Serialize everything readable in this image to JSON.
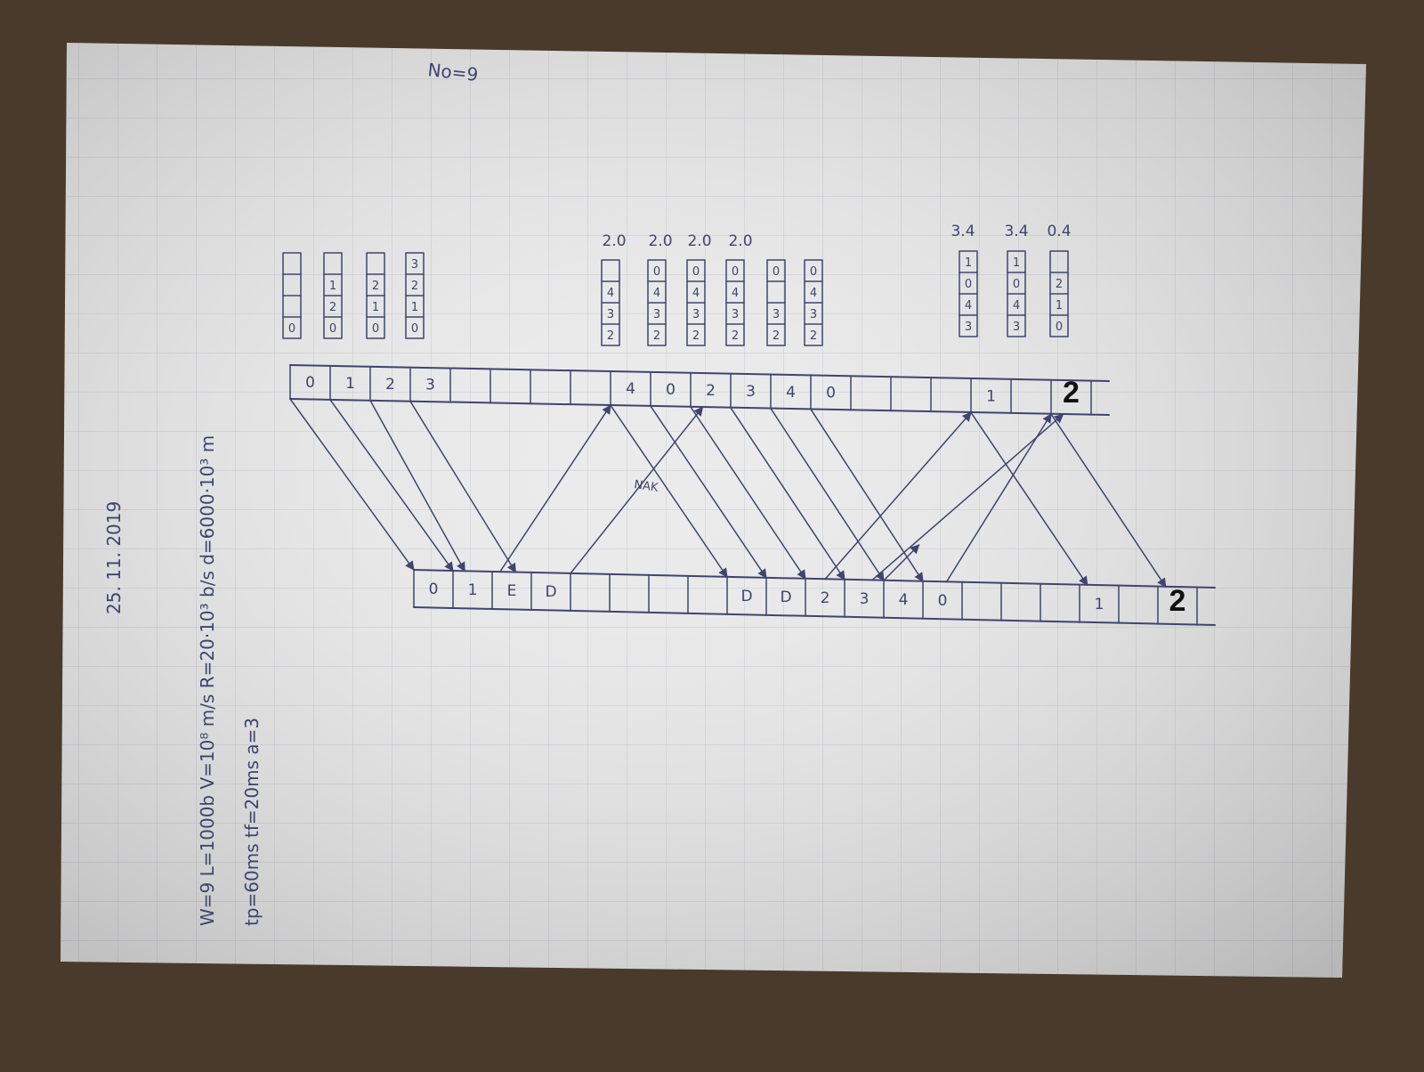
{
  "header": {
    "date": "25. 11. 2019",
    "number": "No=9",
    "params_line1": "W=9   L=1000b   V=10⁸ m/s   R=20·10³ b/s   d=6000·10³ m",
    "params_line2": "tp=60ms   tf=20ms   a=3"
  },
  "sender_row": {
    "cells": [
      "0",
      "1",
      "2",
      "3",
      "",
      "",
      "",
      "",
      "4",
      "0",
      "2",
      "3",
      "4",
      "0",
      "",
      "",
      "",
      "1",
      "",
      "2"
    ]
  },
  "receiver_row": {
    "cells": [
      "0",
      "1",
      "E",
      "D",
      "",
      "",
      "",
      "",
      "D",
      "D",
      "2",
      "3",
      "4",
      "0",
      "",
      "",
      "",
      "1",
      "",
      "2"
    ]
  },
  "ack_labels": [
    "2.0",
    "2.0",
    "2.0",
    "2.0",
    "3.4",
    "3.4",
    "0.4"
  ],
  "nak_label": "NAK",
  "windows": {
    "group_a": [
      [
        "0",
        "",
        "",
        ""
      ],
      [
        "0",
        "2",
        "1",
        ""
      ],
      [
        "0",
        "1",
        "2",
        ""
      ],
      [
        "0",
        "1",
        "2",
        "3"
      ]
    ],
    "group_b": [
      [
        "2",
        "3",
        "4",
        ""
      ],
      [
        "2",
        "3",
        "4",
        "0"
      ],
      [
        "2",
        "3",
        "4",
        "0"
      ],
      [
        "2",
        "3",
        "4",
        "0"
      ],
      [
        "2",
        "3",
        "",
        "0"
      ],
      [
        "2",
        "3",
        "4",
        "0"
      ]
    ],
    "group_c": [
      [
        "3",
        "4",
        "0",
        "1"
      ],
      [
        "3",
        "4",
        "0",
        "1"
      ],
      [
        "0",
        "1",
        "2",
        ""
      ]
    ]
  },
  "colors": {
    "ink": "#3f4470",
    "paper": "#ebebeb",
    "grid": "#c8cad2",
    "background": "#4a3a2c"
  }
}
